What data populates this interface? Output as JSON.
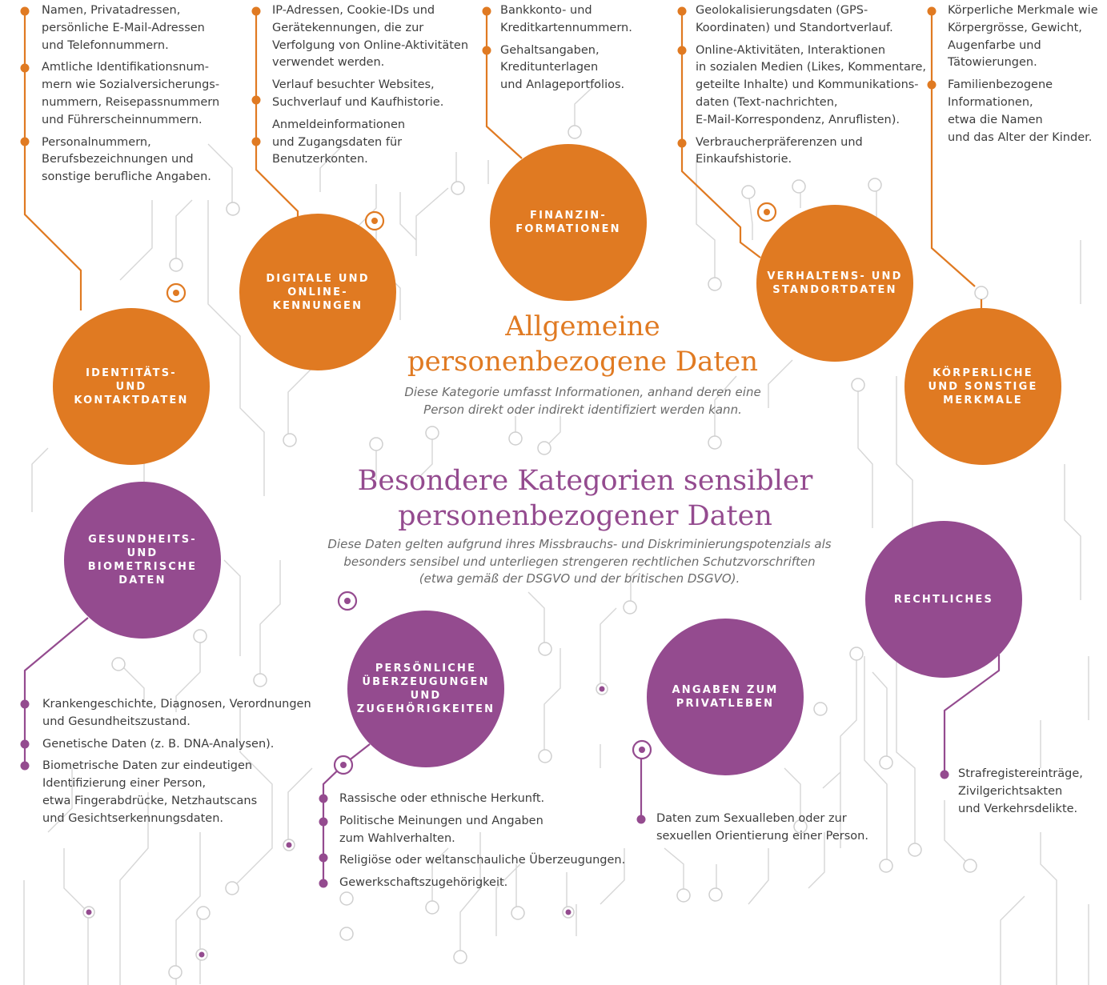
{
  "colors": {
    "orange": "#e07a22",
    "purple": "#944b8f",
    "circuit": "#d6d6d6"
  },
  "general": {
    "title": "Allgemeine\npersonenbezogene Daten",
    "description": "Diese Kategorie umfasst Informationen, anhand deren eine\nPerson direkt oder indirekt identifiziert werden kann."
  },
  "special": {
    "title": "Besondere Kategorien sensibler\npersonenbezogener Daten",
    "description": "Diese Daten gelten aufgrund ihres Missbrauchs- und Diskriminierungspotenzials als\nbesonders sensibel und unterliegen strengeren rechtlichen Schutzvorschriften\n(etwa gemäß der DSGVO und der britischen DSGVO)."
  },
  "categories": {
    "identity": {
      "label": "IDENTITÄTS-\nUND\nKONTAKTDATEN",
      "items": [
        "Namen, Privatadressen,\npersönliche E-Mail-Adressen\nund Telefonnummern.",
        "Amtliche Identifikationsnum-\nmern wie Sozialversicherungs-\nnummern, Reisepassnummern\nund Führerscheinnummern.",
        "Personalnummern,\nBerufsbezeichnungen und\nsonstige berufliche Angaben."
      ]
    },
    "digital": {
      "label": "DIGITALE UND\nONLINE-\nKENNUNGEN",
      "items": [
        "IP-Adressen, Cookie-IDs und\nGerätekennungen, die zur\nVerfolgung von Online-Aktivitäten\nverwendet werden.",
        "Verlauf besuchter Websites,\nSuchverlauf und Kaufhistorie.",
        "Anmeldeinformationen\nund Zugangsdaten für\nBenutzerkonten."
      ]
    },
    "finance": {
      "label": "FINANZIN-\nFORMATIONEN",
      "items": [
        "Bankkonto- und\nKreditkartennummern.",
        "Gehaltsangaben,\nKreditunterlagen\nund Anlageportfolios."
      ]
    },
    "behavior": {
      "label": "VERHALTENS- UND\nSTANDORTDATEN",
      "items": [
        "Geolokalisierungsdaten (GPS-\nKoordinaten) und Standortverlauf.",
        "Online-Aktivitäten, Interaktionen\nin sozialen Medien (Likes, Kommentare,\ngeteilte Inhalte) und Kommunikations-\ndaten (Text-nachrichten,\nE-Mail-Korrespondenz, Anruflisten).",
        "Verbraucherpräferenzen und\nEinkaufshistorie."
      ]
    },
    "physical": {
      "label": "KÖRPERLICHE\nUND SONSTIGE\nMERKMALE",
      "items": [
        "Körperliche Merkmale wie\nKörpergrösse, Gewicht,\nAugenfarbe und\nTätowierungen.",
        "Familienbezogene\nInformationen,\netwa die Namen\nund das Alter der Kinder."
      ]
    },
    "health": {
      "label": "GESUNDHEITS-\nUND BIOMETRISCHE\nDATEN",
      "items": [
        "Krankengeschichte, Diagnosen, Verordnungen\nund Gesundheitszustand.",
        "Genetische Daten (z. B. DNA-Analysen).",
        "Biometrische Daten zur eindeutigen\nIdentifizierung einer Person,\netwa Fingerabdrücke, Netzhautscans\nund Gesichtserkennungsdaten."
      ]
    },
    "beliefs": {
      "label": "PERSÖNLICHE\nÜBERZEUGUNGEN\nUND\nZUGEHÖRIGKEITEN",
      "items": [
        "Rassische oder ethnische Herkunft.",
        "Politische Meinungen und Angaben\nzum Wahlverhalten.",
        "Religiöse oder weltanschauliche Überzeugungen.",
        "Gewerkschaftszugehörigkeit."
      ]
    },
    "private": {
      "label": "ANGABEN ZUM\nPRIVATLEBEN",
      "items": [
        "Daten zum Sexualleben oder zur\nsexuellen Orientierung einer Person."
      ]
    },
    "legal": {
      "label": "RECHTLICHES",
      "items": [
        "Strafregistereinträge,\nZivilgerichtsakten\nund Verkehrsdelikte."
      ]
    }
  }
}
